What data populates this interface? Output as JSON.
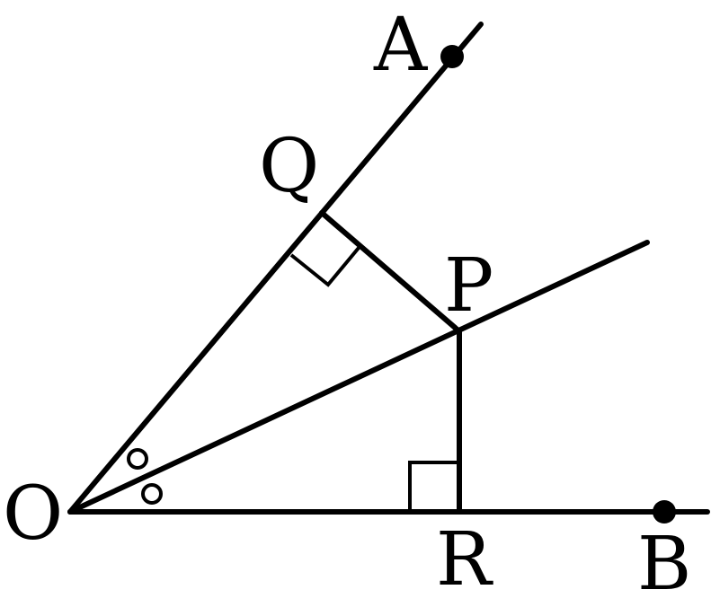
{
  "diagram": {
    "labels": {
      "A": "A",
      "Q": "Q",
      "P": "P",
      "O": "O",
      "R": "R",
      "B": "B"
    },
    "colors": {
      "stroke": "#000000",
      "background": "#ffffff"
    }
  }
}
